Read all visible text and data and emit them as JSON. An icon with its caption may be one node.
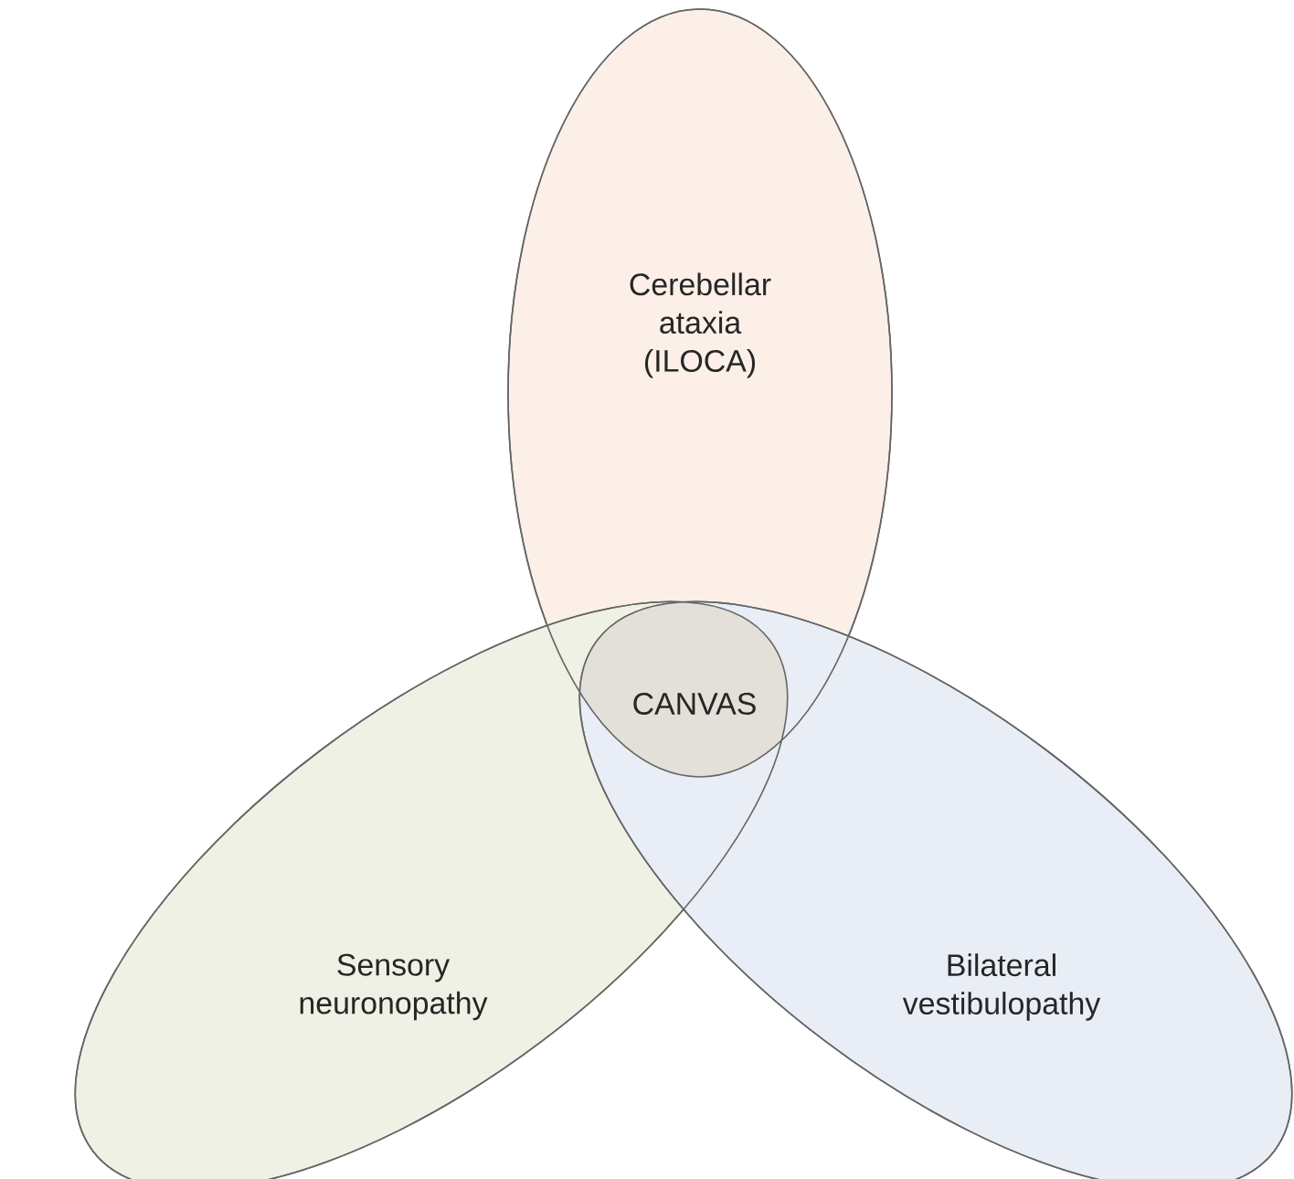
{
  "diagram": {
    "nodes": [
      {
        "text": [
          "Cerebellar ataxia (ILOCA)"
        ]
      },
      {
        "text": [
          "Sensory neuronopathy"
        ]
      },
      {
        "text": [
          "Bilateral vestibulopathy"
        ]
      }
    ],
    "labels": [
      "CANVAS"
    ]
  }
}
